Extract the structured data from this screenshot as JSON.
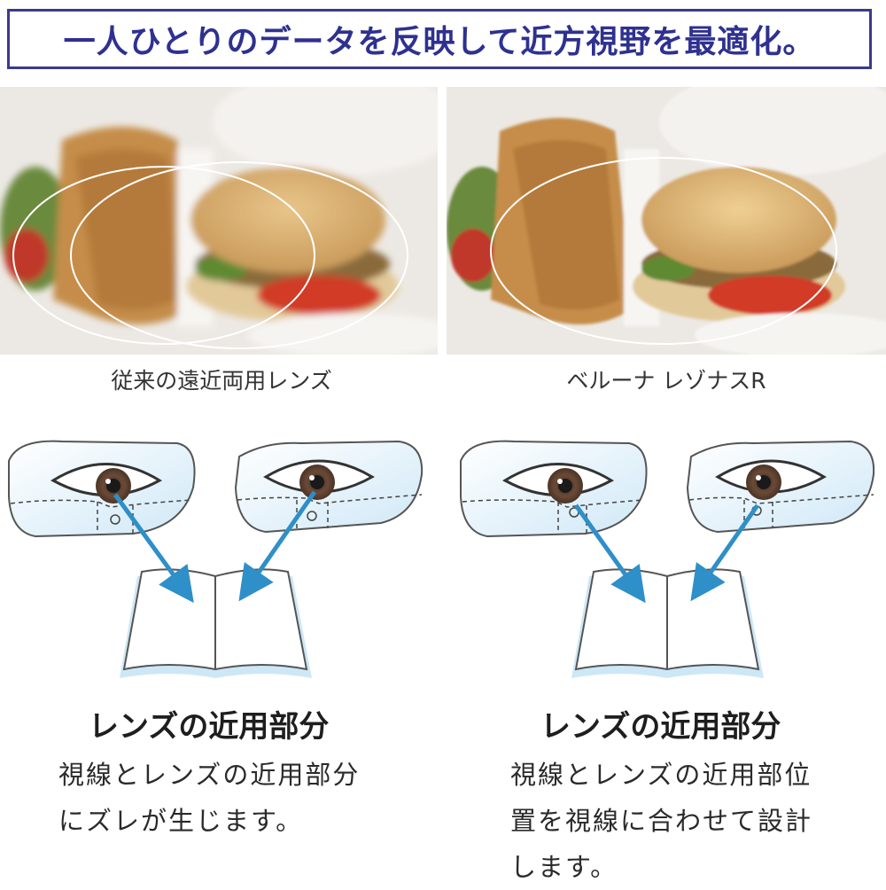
{
  "banner": {
    "title": "一人ひとりのデータを反映して近方視野を最適化。"
  },
  "comparison": {
    "left": {
      "caption": "従来の遠近両用レンズ",
      "heading": "レンズの近用部分",
      "description_lines": [
        "視線とレンズの近用部分",
        "にズレが生じます。"
      ]
    },
    "right": {
      "caption": "ベルーナ レゾナスR",
      "heading": "レンズの近用部分",
      "description_lines": [
        "視線とレンズの近用部位",
        "置を視線に合わせて設計",
        "します。"
      ]
    }
  },
  "colors": {
    "banner_border": "#3a3a8c",
    "banner_text": "#2e3190",
    "arrow": "#2f8fc8",
    "lens_fill": "#d8eefa"
  }
}
